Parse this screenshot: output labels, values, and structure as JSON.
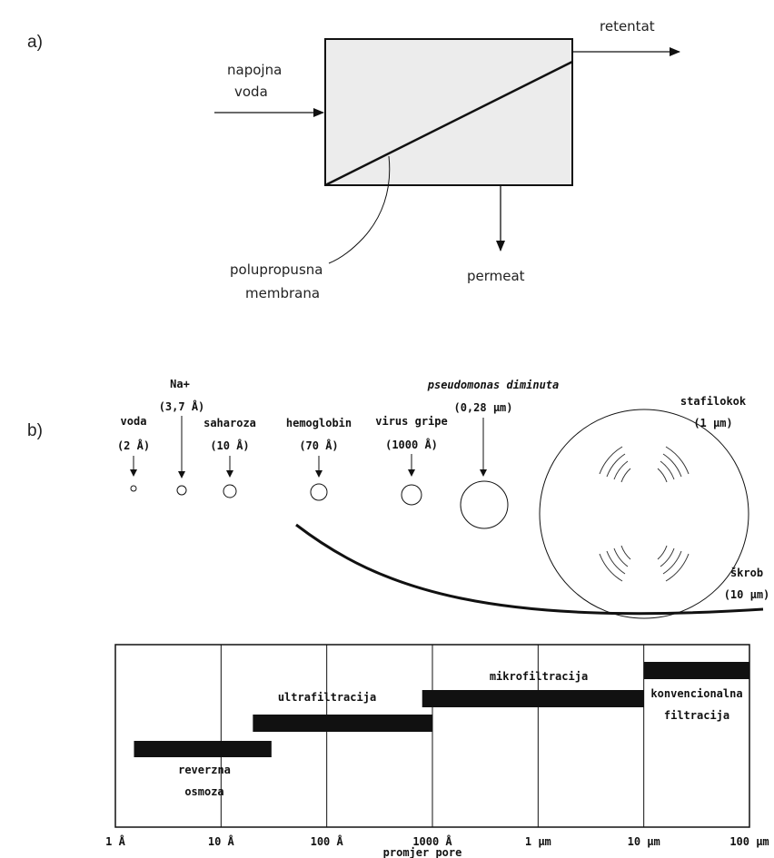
{
  "panel_a": {
    "label": "a)",
    "feed_line1": "napojna",
    "feed_line2": "voda",
    "retentate": "retentat",
    "permeate": "permeat",
    "membrane_line1": "polupropusna",
    "membrane_line2": "membrana"
  },
  "panel_b": {
    "label": "b)",
    "particles": [
      {
        "name": "voda",
        "size": "(2 Å)"
      },
      {
        "name": "Na+",
        "size": "(3,7 Å)"
      },
      {
        "name": "saharoza",
        "size": "(10 Å)"
      },
      {
        "name": "hemoglobin",
        "size": "(70 Å)"
      },
      {
        "name": "virus gripe",
        "size": "(1000 Å)"
      },
      {
        "name": "pseudomonas diminuta",
        "size": "(0,28 μm)"
      },
      {
        "name": "stafilokok",
        "size": "(1 μm)"
      },
      {
        "name": "škrob",
        "size": "(10 μm)"
      }
    ]
  },
  "chart_data": {
    "type": "range-bar",
    "x_scale": "log",
    "ticks": [
      "1 Å",
      "10 Å",
      "100 Å",
      "1000 Å",
      "1 μm",
      "10 μm",
      "100 μm"
    ],
    "xlabel": "promjer pore",
    "processes": [
      {
        "name_line1": "reverzna",
        "name_line2": "osmoza",
        "from_A": 1.5,
        "to_A": 30
      },
      {
        "name_line1": "ultrafiltracija",
        "name_line2": "",
        "from_A": 20,
        "to_A": 1000
      },
      {
        "name_line1": "mikrofiltracija",
        "name_line2": "",
        "from_A": 800,
        "to_A": 100000
      },
      {
        "name_line1": "konvencionalna",
        "name_line2": "filtracija",
        "from_A": 100000,
        "to_A": 1000000
      }
    ]
  }
}
